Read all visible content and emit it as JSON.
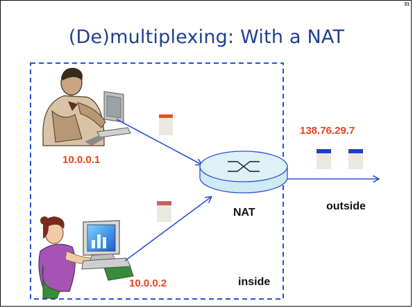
{
  "slide": {
    "title": "(De)multiplexing: With a NAT",
    "page_number": "31"
  },
  "labels": {
    "host1_ip": "10.0.0.1",
    "host2_ip": "10.0.0.2",
    "public_ip": "138.76.29.7",
    "router": "NAT",
    "outside": "outside",
    "inside": "inside"
  },
  "colors": {
    "title": "#1f3f8f",
    "ip_label": "#e8401c",
    "arrow": "#2a4fd8",
    "boundary": "#2a4fd8",
    "router_body": "#cfeaf2",
    "packet_header_host1": "#e8501c",
    "packet_header_host2": "#c86058",
    "packet_header_outside": "#1f3fbf",
    "packet_body": "#ebe8e0"
  },
  "icons": {
    "host1": "man-at-computer-icon",
    "host2": "woman-at-computer-icon",
    "router": "router-icon"
  }
}
